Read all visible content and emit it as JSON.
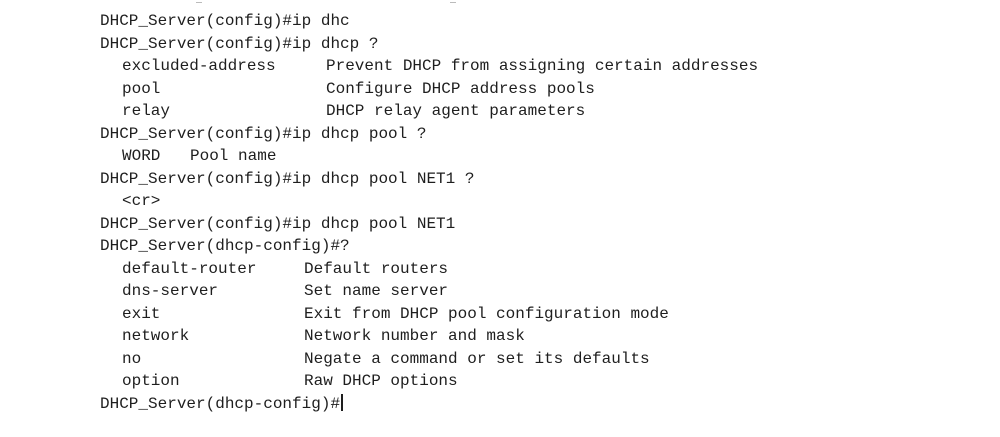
{
  "terminal": {
    "cmd1": "DHCP_Server(config)#ip dhc",
    "cmd2": "DHCP_Server(config)#ip dhcp ?",
    "help_ip_dhcp": [
      {
        "keyword": "excluded-address",
        "description": "Prevent DHCP from assigning certain addresses"
      },
      {
        "keyword": "pool",
        "description": "Configure DHCP address pools"
      },
      {
        "keyword": "relay",
        "description": "DHCP relay agent parameters"
      }
    ],
    "cmd3": "DHCP_Server(config)#ip dhcp pool ?",
    "help_pool": [
      {
        "keyword": "WORD",
        "description": "Pool name"
      }
    ],
    "cmd4": "DHCP_Server(config)#ip dhcp pool NET1 ?",
    "cr": "<cr>",
    "cmd5": "DHCP_Server(config)#ip dhcp pool NET1",
    "cmd6": "DHCP_Server(dhcp-config)#?",
    "help_dhcp_config": [
      {
        "keyword": "default-router",
        "description": "Default routers"
      },
      {
        "keyword": "dns-server",
        "description": "Set name server"
      },
      {
        "keyword": "exit",
        "description": "Exit from DHCP pool configuration mode"
      },
      {
        "keyword": "network",
        "description": "Network number and mask"
      },
      {
        "keyword": "no",
        "description": "Negate a command or set its defaults"
      },
      {
        "keyword": "option",
        "description": "Raw DHCP options"
      }
    ],
    "prompt": "DHCP_Server(dhcp-config)#"
  }
}
